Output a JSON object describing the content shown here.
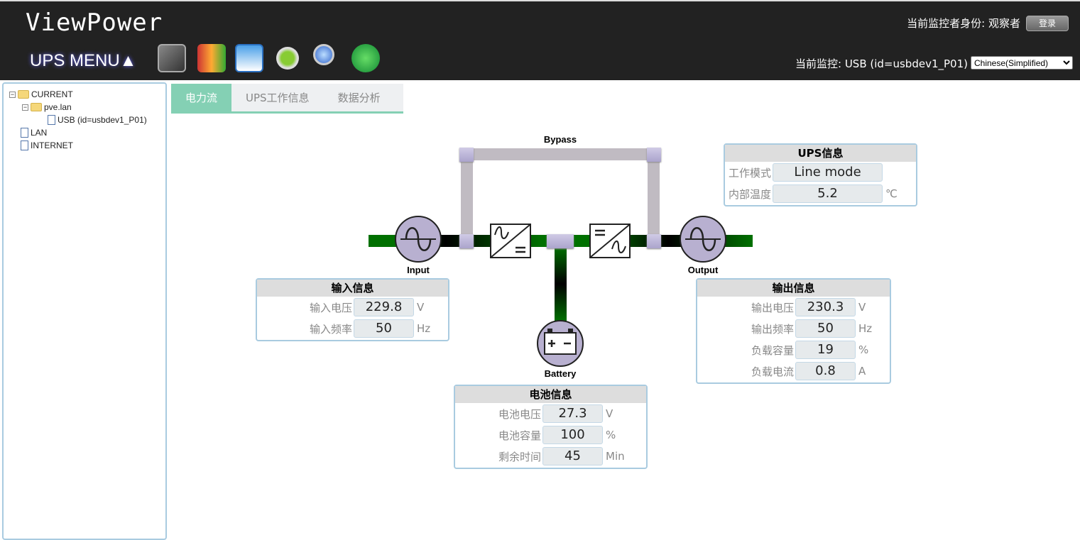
{
  "header": {
    "title": "ViewPower",
    "menu": "UPS MENU▲",
    "user_label": "当前监控者身份: 观察者",
    "login": "登录",
    "current_monitor": "当前监控: USB (id=usbdev1_P01)",
    "language": "Chinese(Simplified)",
    "toolbar": [
      "monitor-chart-icon",
      "books-chart-icon",
      "tools-window-icon",
      "gear-button-icon",
      "magnifier-icon",
      "refresh-icon"
    ]
  },
  "tree": {
    "root": "CURRENT",
    "host": "pve.lan",
    "device": "USB (id=usbdev1_P01)",
    "lan": "LAN",
    "internet": "INTERNET"
  },
  "tabs": [
    "电力流",
    "UPS工作信息",
    "数据分析"
  ],
  "diagram": {
    "bypass": "Bypass",
    "input": "Input",
    "output": "Output",
    "battery": "Battery",
    "active_color": "#007000",
    "inactive_color": "#c0bbc2"
  },
  "ups_info": {
    "title": "UPS信息",
    "rows": [
      {
        "label": "工作模式",
        "value": "Line mode",
        "unit": ""
      },
      {
        "label": "内部温度",
        "value": "5.2",
        "unit": "℃"
      }
    ]
  },
  "input_info": {
    "title": "输入信息",
    "rows": [
      {
        "label": "输入电压",
        "value": "229.8",
        "unit": "V"
      },
      {
        "label": "输入频率",
        "value": "50",
        "unit": "Hz"
      }
    ]
  },
  "output_info": {
    "title": "输出信息",
    "rows": [
      {
        "label": "输出电压",
        "value": "230.3",
        "unit": "V"
      },
      {
        "label": "输出频率",
        "value": "50",
        "unit": "Hz"
      },
      {
        "label": "负载容量",
        "value": "19",
        "unit": "%"
      },
      {
        "label": "负载电流",
        "value": "0.8",
        "unit": "A"
      }
    ]
  },
  "battery_info": {
    "title": "电池信息",
    "rows": [
      {
        "label": "电池电压",
        "value": "27.3",
        "unit": "V"
      },
      {
        "label": "电池容量",
        "value": "100",
        "unit": "%"
      },
      {
        "label": "剩余时间",
        "value": "45",
        "unit": "Min"
      }
    ]
  }
}
